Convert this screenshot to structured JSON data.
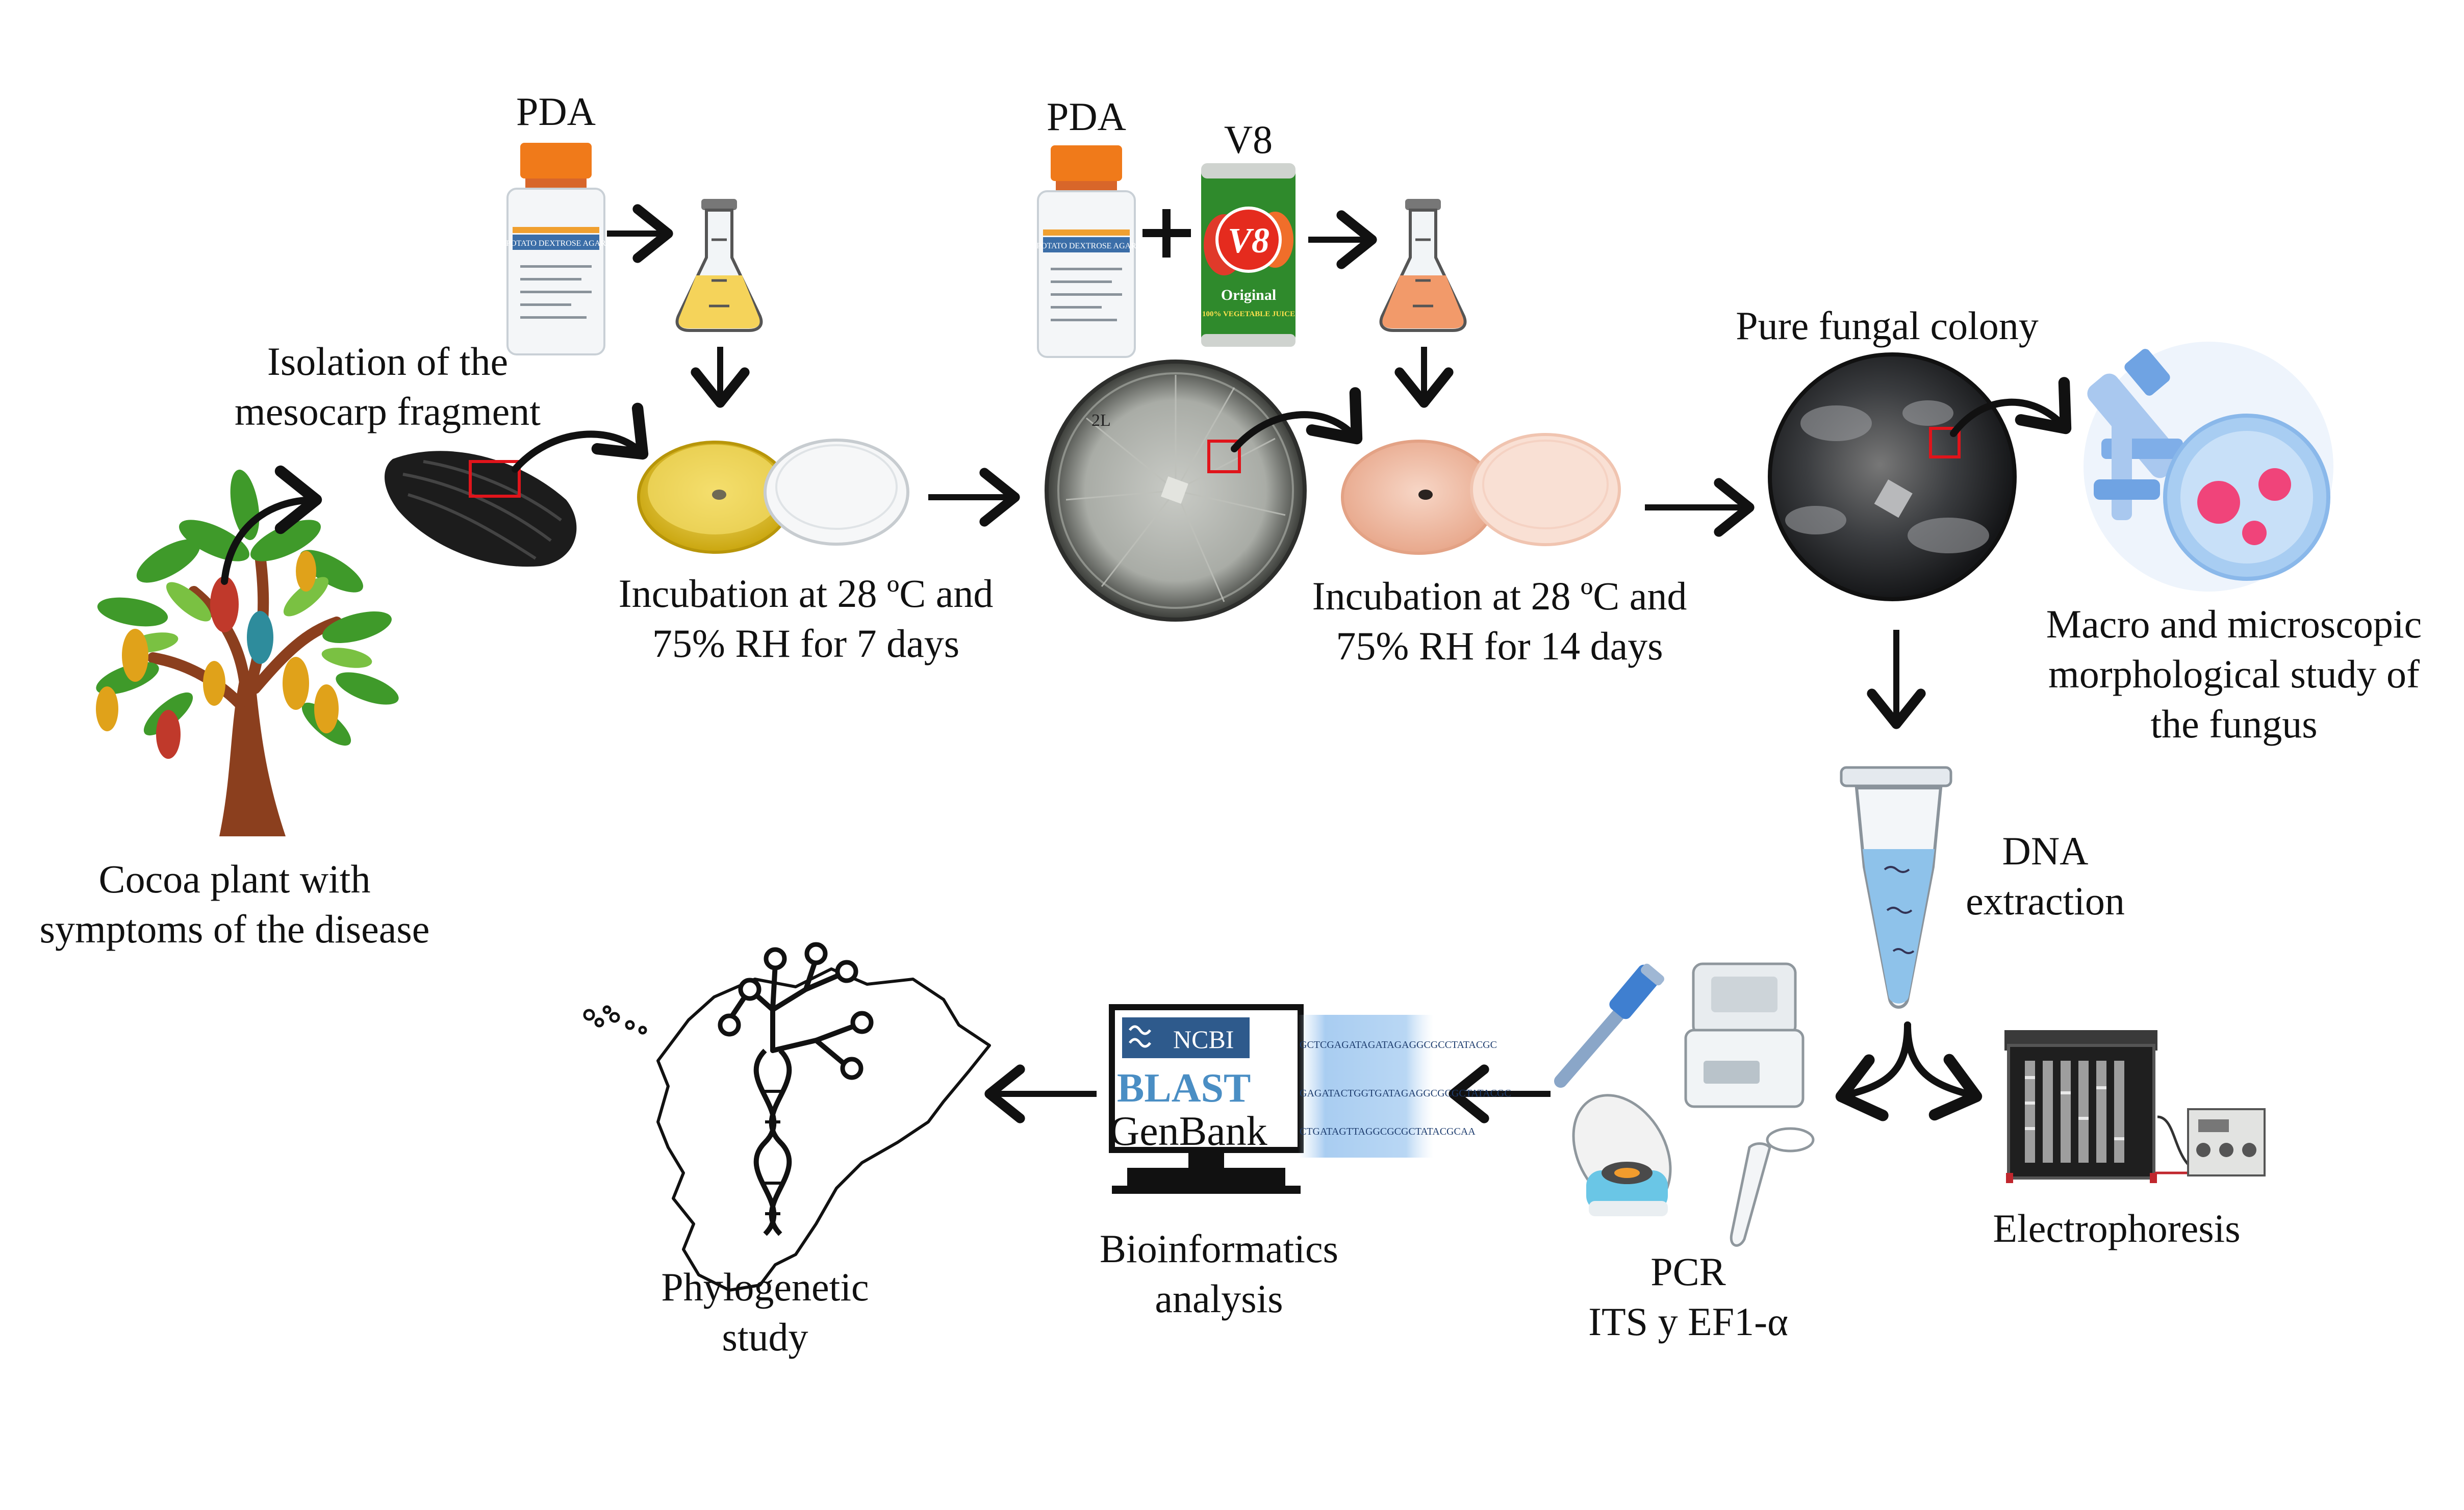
{
  "labels": {
    "pda1": "PDA",
    "pda2": "PDA",
    "v8": "V8",
    "isolation": [
      "Isolation of the",
      "mesocarp fragment"
    ],
    "cocoa": [
      "Cocoa plant with",
      "symptoms of the disease"
    ],
    "incubation7": [
      "Incubation at 28 ºC and",
      "75% RH for 7 days"
    ],
    "incubation14": [
      "Incubation at 28 ºC and",
      "75% RH for 14 days"
    ],
    "pure_colony": "Pure fungal colony",
    "macro_micro": [
      "Macro and microscopic",
      "morphological study of",
      "the fungus"
    ],
    "dna": [
      "DNA",
      "extraction"
    ],
    "electrophoresis": "Electrophoresis",
    "pcr": [
      "PCR",
      "ITS y EF1-α"
    ],
    "bioinformatics": [
      "Bioinformatics",
      "analysis"
    ],
    "phylogenetic": [
      "Phylogenetic",
      "study"
    ]
  },
  "bottle_label": "POTATO DEXTROSE AGAR",
  "can": {
    "brand": "V8",
    "line1": "Original",
    "line2": "100% VEGETABLE JUICE"
  },
  "petri_marker": "2L",
  "monitor": {
    "ncbi": "NCBI",
    "blast": "BLAST",
    "genbank": "GenBank",
    "sequences": [
      "GCTCGAGATAGATAGAGGCGCCTATACGC",
      "GAGATACTGGTGATAGAGGCGCGCTATACGC",
      "CTGATAGTTAGGCGCGCTATACGCAA"
    ]
  },
  "colors": {
    "pda_medium": "#f5d35a",
    "v8_medium": "#f29a6a",
    "petri_yellow": "#e8c51e",
    "petri_peach": "#f3c3ad",
    "selection_red": "#e0141b",
    "ncbi_blue": "#2e5a8c",
    "blast_blue": "#4a8ec4",
    "cap_orange": "#f07a1a"
  }
}
